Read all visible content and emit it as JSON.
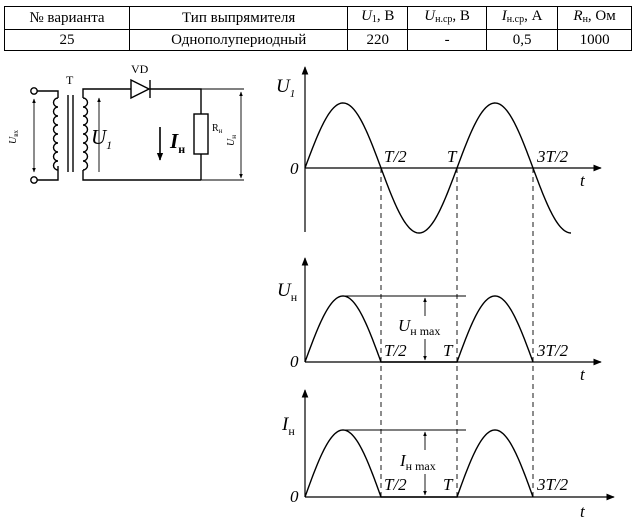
{
  "table": {
    "headers": [
      {
        "pre": "",
        "var": "",
        "text": "№ варианта",
        "sub": "",
        "post": ""
      },
      {
        "pre": "",
        "var": "",
        "text": "Тип выпрямителя",
        "sub": "",
        "post": ""
      },
      {
        "pre": "",
        "var": "U",
        "text": "",
        "sub": "1",
        "post": ", В"
      },
      {
        "pre": "",
        "var": "U",
        "text": "",
        "sub": "н.ср",
        "post": ", В"
      },
      {
        "pre": "",
        "var": "I",
        "text": "",
        "sub": "н.ср",
        "post": ", А"
      },
      {
        "pre": "",
        "var": "R",
        "text": "",
        "sub": "н",
        "post": ", Ом"
      }
    ],
    "row": [
      "25",
      "Однополупериодный",
      "220",
      "-",
      "0,5",
      "1000"
    ]
  },
  "circuit": {
    "transformer_label": "T",
    "diode_label": "VD",
    "uin_label": "U",
    "uin_sub": "вх",
    "u1_label": "U",
    "u1_sub": "1",
    "iload_label": "I",
    "iload_sub": "н",
    "r_label": "R",
    "r_sub": "н",
    "uload_label": "U",
    "uload_sub": "н"
  },
  "chart_data": [
    {
      "type": "line",
      "ylabel": "U1",
      "xlabel": "t",
      "origin": "0",
      "ticks": [
        "T/2",
        "T",
        "3T/2"
      ],
      "x_periods": [
        0,
        0.5,
        1,
        1.5,
        1.75
      ],
      "waveform": "sine",
      "annotation": ""
    },
    {
      "type": "line",
      "ylabel": "Uн",
      "xlabel": "t",
      "origin": "0",
      "ticks": [
        "T/2",
        "T",
        "3T/2"
      ],
      "waveform": "half-wave rectified",
      "annotation": "Uн max"
    },
    {
      "type": "line",
      "ylabel": "Iн",
      "xlabel": "t",
      "origin": "0",
      "ticks": [
        "T/2",
        "T",
        "3T/2"
      ],
      "waveform": "half-wave rectified",
      "annotation": "Iн max"
    }
  ],
  "labels": {
    "u1_axis": {
      "main": "U",
      "sub": "1"
    },
    "un_axis": {
      "main": "U",
      "sub": "н"
    },
    "in_axis": {
      "main": "I",
      "sub": "н"
    },
    "t": "t",
    "zero": "0",
    "tick_half": "T/2",
    "tick_full": "T",
    "tick_3half": "3T/2",
    "un_max": {
      "main": "U",
      "sub": "н max"
    },
    "in_max": {
      "main": "I",
      "sub": "н max"
    }
  }
}
